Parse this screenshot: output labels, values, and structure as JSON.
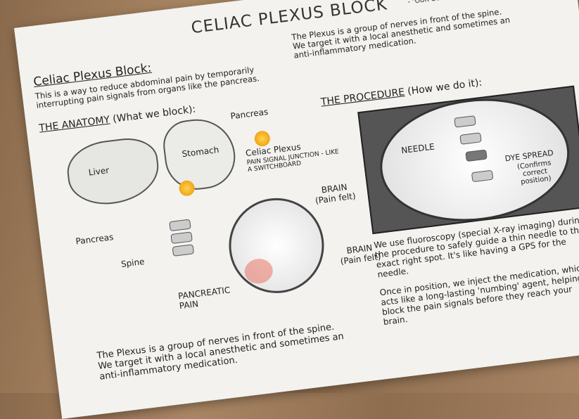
{
  "title": "CELIAC PLEXUS BLOCK",
  "subtitle": "- \"OUR GUIDANCE MAP\"",
  "intro": {
    "heading": "Celiac Plexus Block:",
    "text": "This is a way to reduce abdominal pain by temporarily interrupting pain signals from organs like the pancreas."
  },
  "top_right_text": "The Plexus is a group of nerves in front of the spine. We target it with a local anesthetic and sometimes an anti-inflammatory medication.",
  "anatomy": {
    "heading": "THE ANATOMY",
    "heading_note": "(What we block):",
    "labels": {
      "liver": "Liver",
      "stomach": "Stomach",
      "pancreas_top": "Pancreas",
      "pancreas": "Pancreas",
      "spine": "Spine",
      "celiac": "Celiac Plexus",
      "celiac_note": "PAIN SIGNAL JUNCTION - LIKE A SWITCHBOARD",
      "brain1": "BRAIN",
      "brain1_note": "(Pain felt)",
      "brain2": "BRAIN",
      "brain2_note": "(Pain felt)",
      "pancreatic_pain": "PANCREATIC PAIN"
    }
  },
  "procedure": {
    "heading": "THE PROCEDURE",
    "heading_note": "(How we do it):",
    "needle": "NEEDLE",
    "dye": "DYE SPREAD",
    "dye_note": "(Confirms correct position)",
    "text1": "We use fluoroscopy (special X-ray imaging) during the procedure to safely guide a thin needle to the exact right spot. It's like having a GPS for the needle.",
    "text2": "Once in position, we inject the medication, which acts like a long-lasting 'numbing' agent, helping to block the pain signals before they reach your brain."
  },
  "bottom_text": "The Plexus is a group of nerves in front of the spine. We target it with a local anesthetic and sometimes an anti-inflammatory medication."
}
